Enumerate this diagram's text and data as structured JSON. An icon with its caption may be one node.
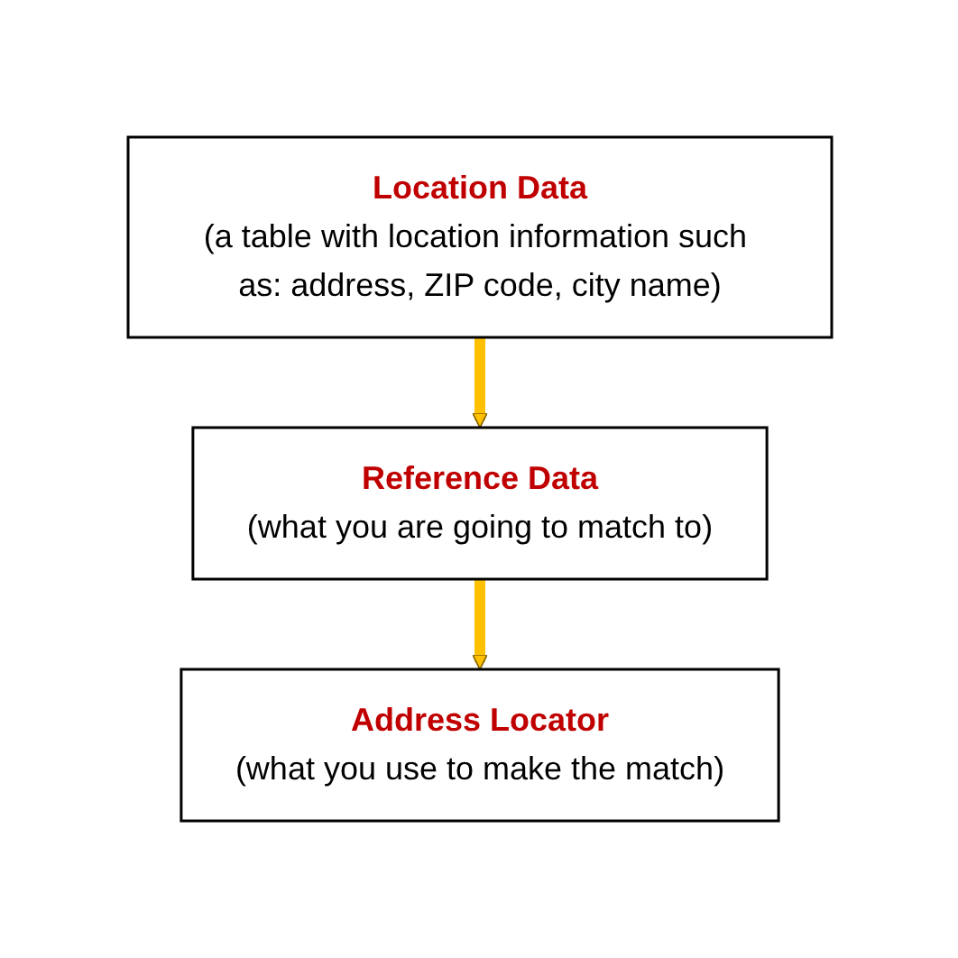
{
  "diagram": {
    "nodes": [
      {
        "text": [
          "Location Data",
          "(a table with location information such as: address, ZIP code, city name)"
        ]
      },
      {
        "text": [
          "Reference Data",
          "(what you are going to match to)"
        ]
      },
      {
        "text": [
          "Address Locator",
          "(what you use to make the match)"
        ]
      }
    ],
    "edges": [
      {
        "from": 0,
        "to": 1,
        "arrow": "to"
      },
      {
        "from": 1,
        "to": 2,
        "arrow": "to"
      }
    ]
  }
}
